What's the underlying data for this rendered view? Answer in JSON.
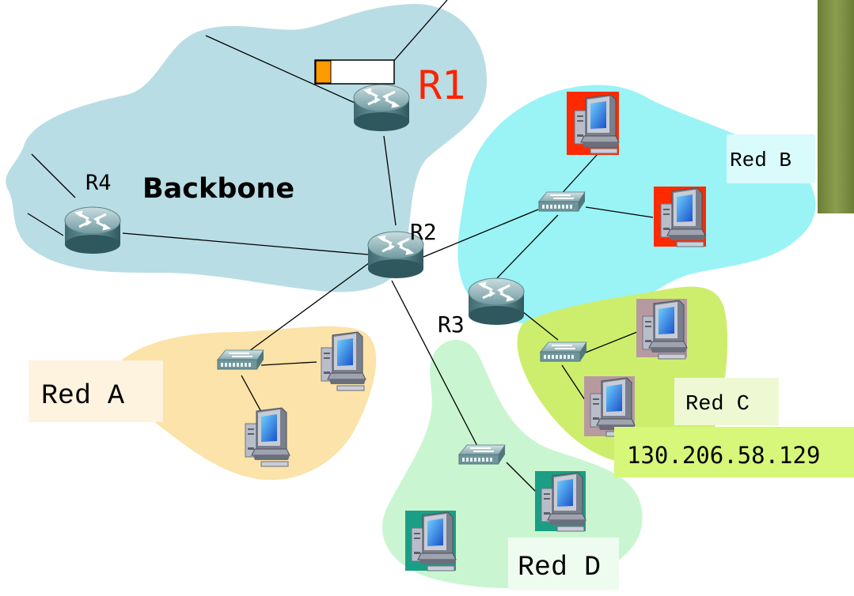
{
  "labels": {
    "r1": "R1",
    "r2": "R2",
    "r3": "R3",
    "r4": "R4",
    "backbone": "Backbone",
    "red_a": "Red A",
    "red_b": "Red B",
    "red_c": "Red C",
    "red_d": "Red D",
    "red_c_ip": "130.206.58.129"
  },
  "icons": {
    "router": "router-icon",
    "switch": "switch-icon",
    "computer": "computer-icon"
  },
  "colors": {
    "backbone_cloud": "#b9dde4",
    "red_a_cloud": "#fbe3a9",
    "red_b_cloud": "#9af3f5",
    "red_c_cloud": "#cdee6c",
    "red_d_cloud": "#c9f6d0",
    "r1_label": "#ff2200",
    "queue_fill": "#ff9a00",
    "pc_bg_red_b": "#ff2a00",
    "pc_bg_red_c": "#b79aa0",
    "pc_bg_red_d": "#1a9e86",
    "label_bg_red_a": "#fdf3de",
    "label_bg_red_b": "#d9fbfc",
    "label_bg_red_c": "#eef9d4",
    "label_bg_red_c_ip": "#d6f77a",
    "label_bg_red_d": "#eefcf0",
    "side_bar": "#7b8d42"
  }
}
